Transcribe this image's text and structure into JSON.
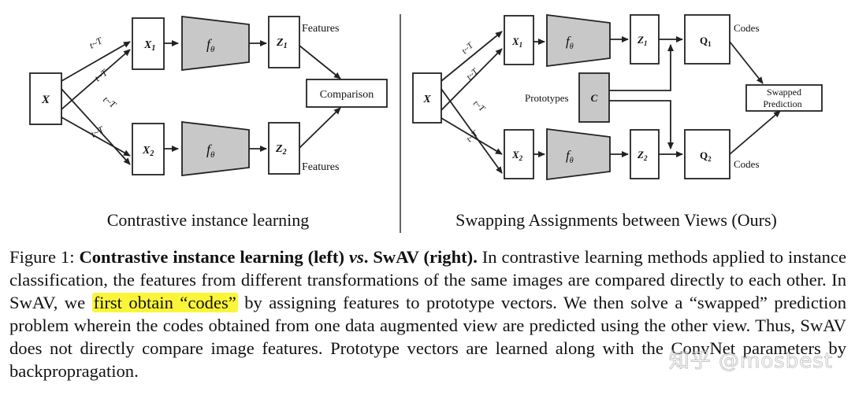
{
  "left": {
    "x": "X",
    "x1_base": "X",
    "x1_sub": "1",
    "x2_base": "X",
    "x2_sub": "2",
    "enc_base": "f",
    "enc_sub": "θ",
    "z1_base": "Z",
    "z1_sub": "1",
    "z2_base": "Z",
    "z2_sub": "2",
    "features_top": "Features",
    "features_bottom": "Features",
    "comparison": "Comparison",
    "t_label": "t~T",
    "subtitle": "Contrastive instance learning"
  },
  "right": {
    "x": "X",
    "x1_base": "X",
    "x1_sub": "1",
    "x2_base": "X",
    "x2_sub": "2",
    "enc_base": "f",
    "enc_sub": "θ",
    "z1_base": "Z",
    "z1_sub": "1",
    "z2_base": "Z",
    "z2_sub": "2",
    "q1_base": "Q",
    "q1_sub": "1",
    "q2_base": "Q",
    "q2_sub": "2",
    "c": "C",
    "prototypes": "Prototypes",
    "codes_top": "Codes",
    "codes_bottom": "Codes",
    "swapped_line1": "Swapped",
    "swapped_line2": "Prediction",
    "t_label": "t~T",
    "subtitle": "Swapping Assignments between Views (Ours)"
  },
  "caption": {
    "figure_label": "Figure 1:",
    "bold_a": "Contrastive instance learning (left)",
    "vs": "vs",
    "bold_b": ". SwAV (right).",
    "p1": " In contrastive learning methods applied to instance classification, the features from different transformations of the same images are compared directly to each other. In SwAV, we ",
    "highlight": "first obtain “codes”",
    "p2": " by assigning features to prototype vectors. We then solve a “swapped” prediction problem wherein the codes obtained from one data augmented view are predicted using the other view. Thus, SwAV does not directly compare image features. Prototype vectors are learned along with the ConvNet parameters by backpropragation."
  },
  "watermark": "知乎 @mosbest",
  "colors": {
    "box_fill_gray": "#c8c8c8",
    "highlight": "#fbf53a"
  }
}
